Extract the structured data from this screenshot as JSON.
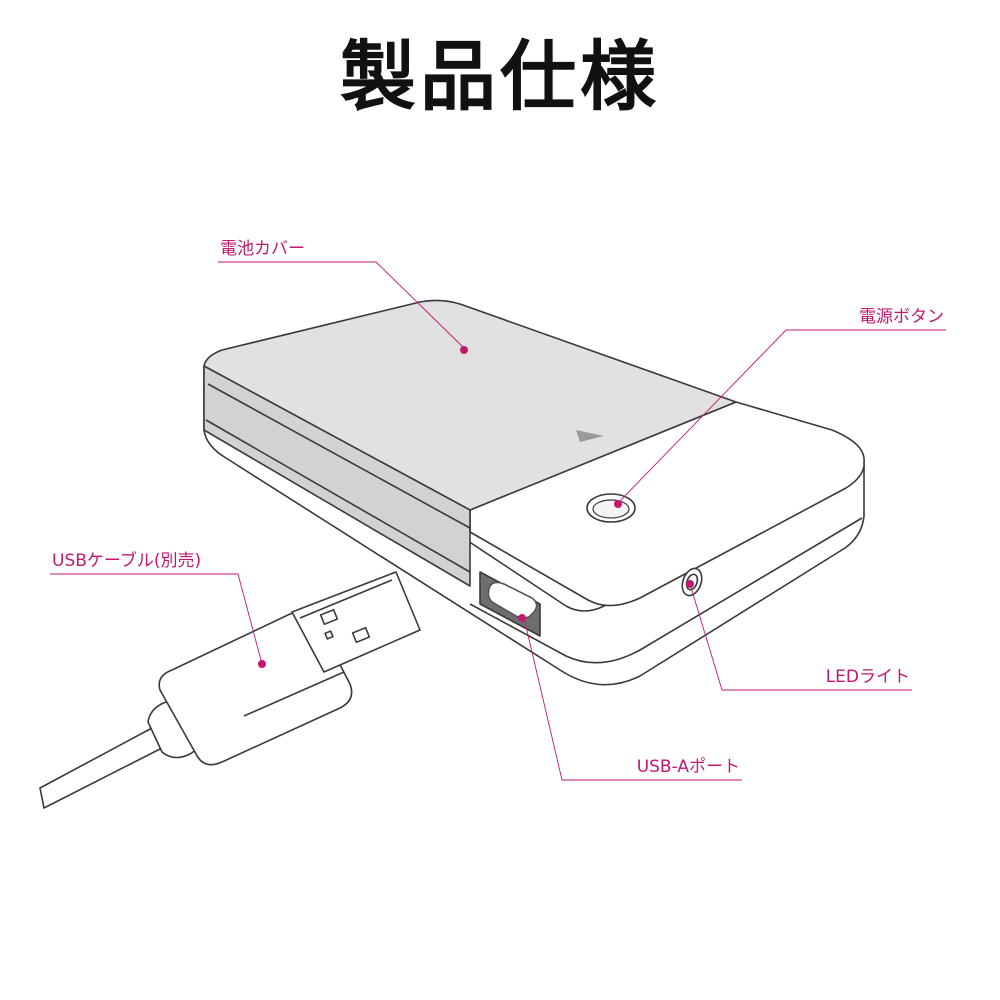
{
  "title": "製品仕様",
  "accent_color": "#c2186f",
  "labels": {
    "battery_cover": "電池カバー",
    "power_button": "電源ボタン",
    "usb_cable": "USBケーブル(別売)",
    "led_light": "LEDライト",
    "usb_a_port": "USB-Aポート"
  }
}
